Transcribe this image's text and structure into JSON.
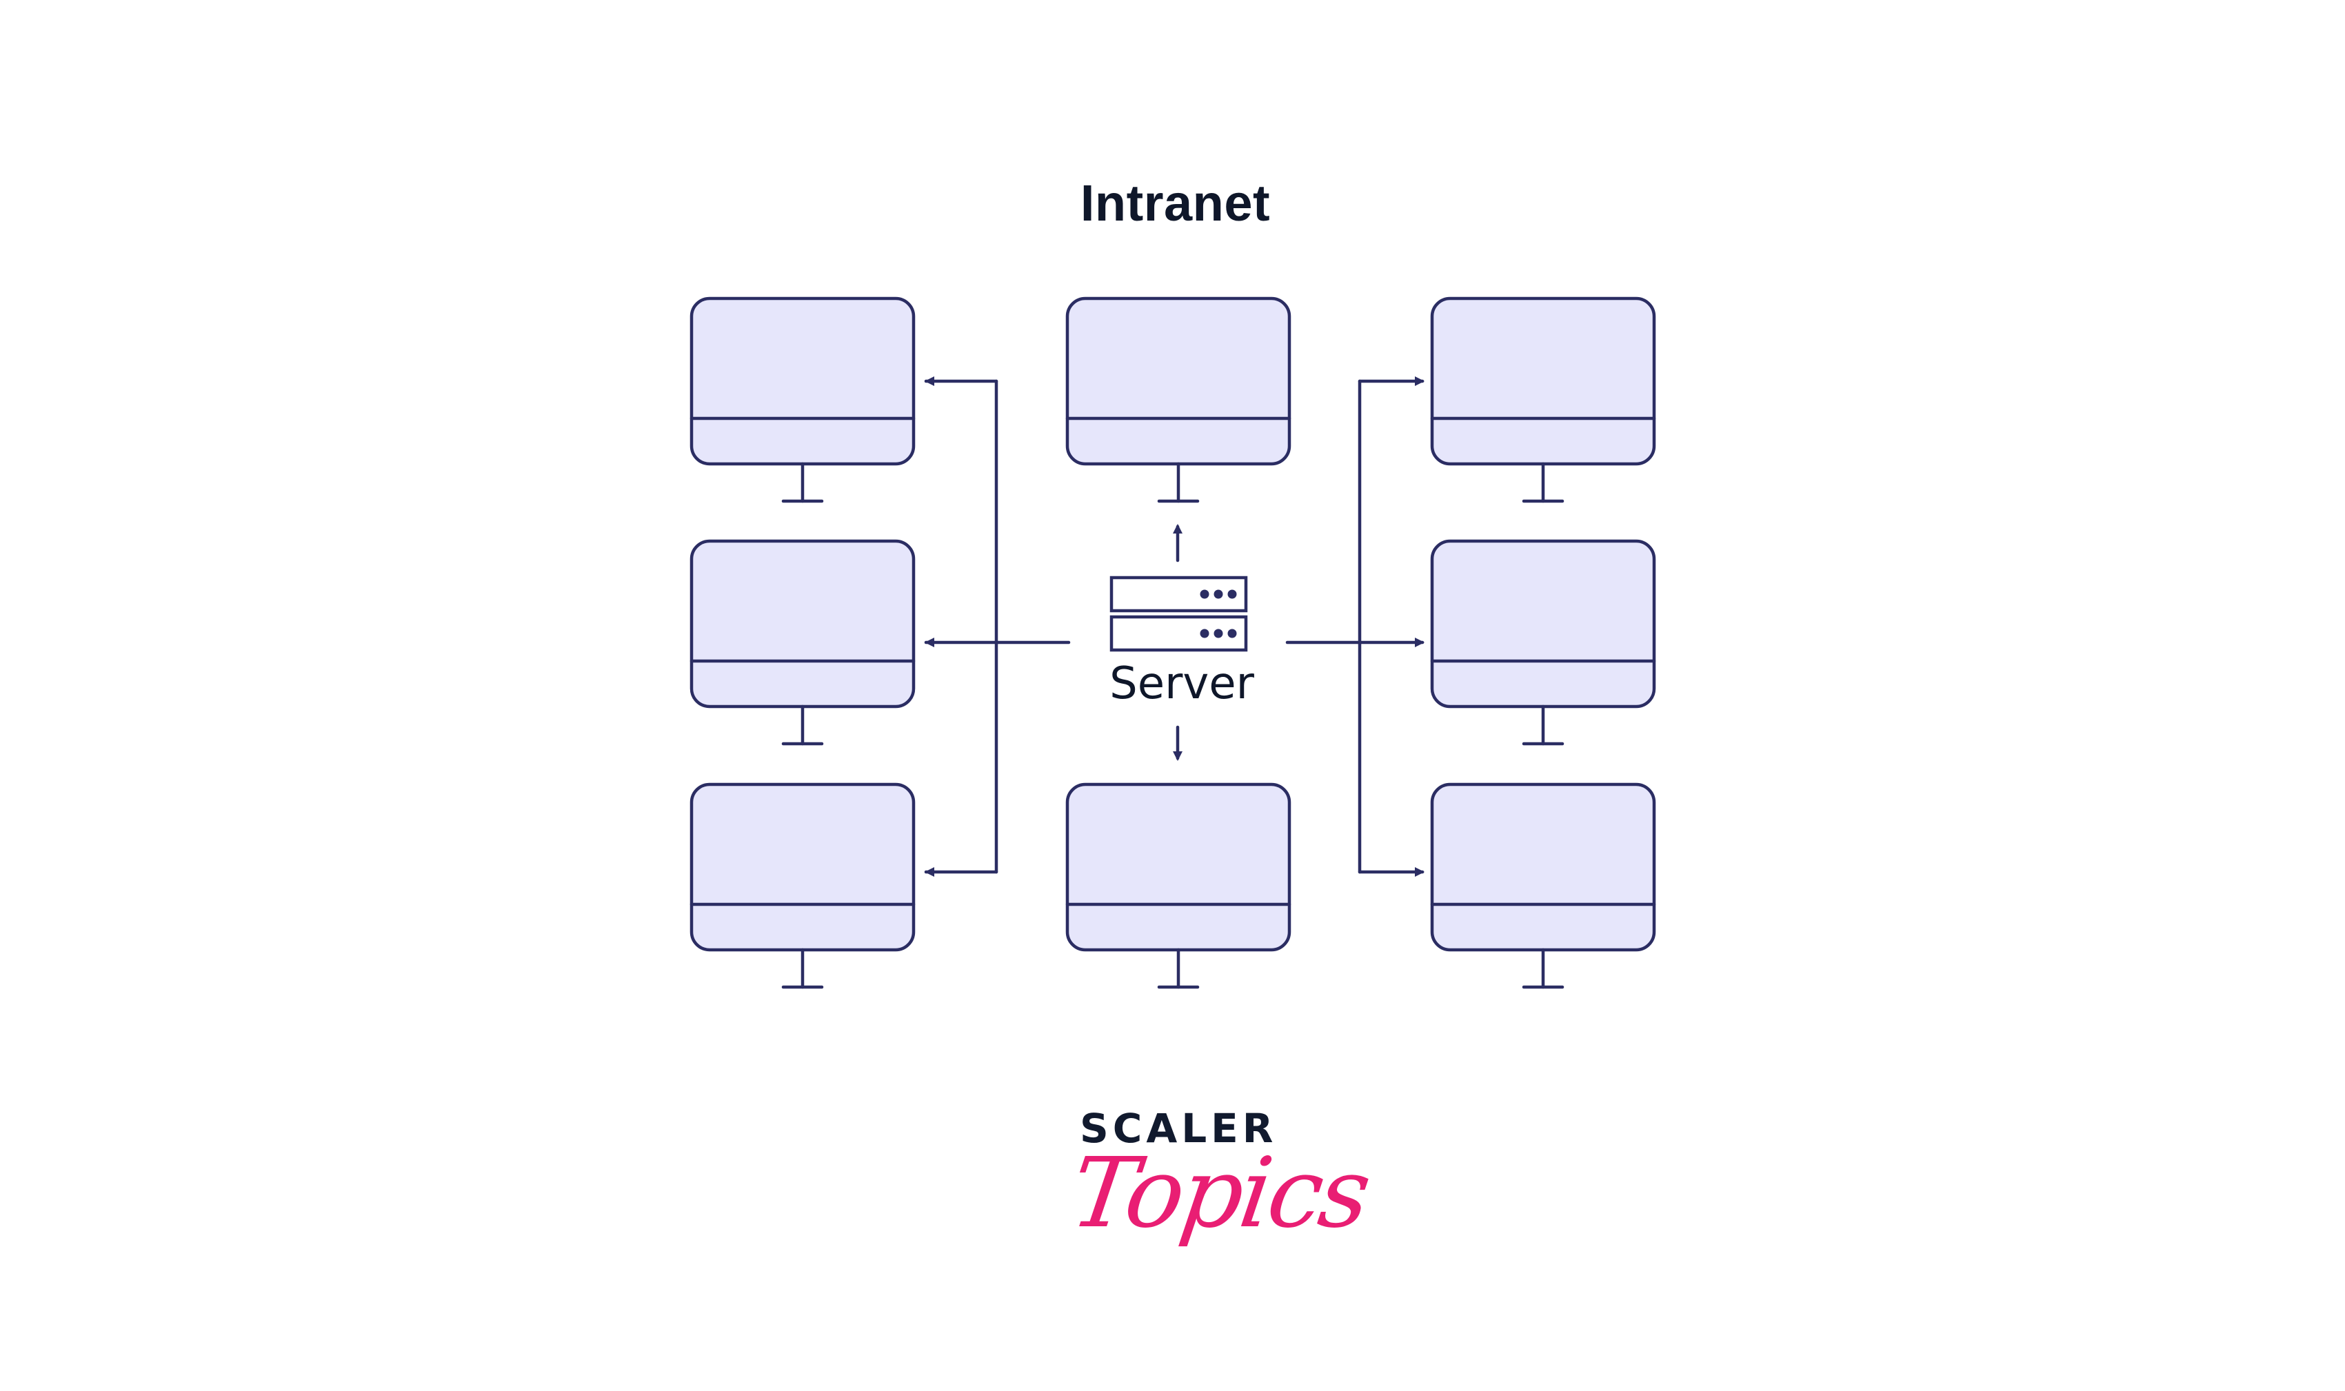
{
  "diagram": {
    "title": "Intranet",
    "hub": {
      "label": "Server",
      "icon": "server-icon",
      "units": 2,
      "leds_per_unit": 3
    },
    "nodes": [
      {
        "id": "pc-left-1",
        "column": "left",
        "row": 1,
        "icon": "monitor-icon"
      },
      {
        "id": "pc-left-2",
        "column": "left",
        "row": 2,
        "icon": "monitor-icon"
      },
      {
        "id": "pc-left-3",
        "column": "left",
        "row": 3,
        "icon": "monitor-icon"
      },
      {
        "id": "pc-center-top",
        "column": "center",
        "row": 1,
        "icon": "monitor-icon"
      },
      {
        "id": "pc-center-bottom",
        "column": "center",
        "row": 3,
        "icon": "monitor-icon"
      },
      {
        "id": "pc-right-1",
        "column": "right",
        "row": 1,
        "icon": "monitor-icon"
      },
      {
        "id": "pc-right-2",
        "column": "right",
        "row": 2,
        "icon": "monitor-icon"
      },
      {
        "id": "pc-right-3",
        "column": "right",
        "row": 3,
        "icon": "monitor-icon"
      }
    ],
    "edges": [
      {
        "from": "Server",
        "to": "pc-left-1",
        "direction": "outgoing"
      },
      {
        "from": "Server",
        "to": "pc-left-2",
        "direction": "outgoing"
      },
      {
        "from": "Server",
        "to": "pc-left-3",
        "direction": "outgoing"
      },
      {
        "from": "Server",
        "to": "pc-center-top",
        "direction": "outgoing"
      },
      {
        "from": "Server",
        "to": "pc-center-bottom",
        "direction": "outgoing"
      },
      {
        "from": "Server",
        "to": "pc-right-1",
        "direction": "outgoing"
      },
      {
        "from": "Server",
        "to": "pc-right-2",
        "direction": "outgoing"
      },
      {
        "from": "Server",
        "to": "pc-right-3",
        "direction": "outgoing"
      }
    ],
    "colors": {
      "stroke": "#2b2d63",
      "screen_fill": "#e6e6fb",
      "text": "#0f172a"
    }
  },
  "branding": {
    "logo_line1": "SCALER",
    "logo_line2": "Topics",
    "logo_color_primary": "#111a2e",
    "logo_color_accent": "#e91e73"
  }
}
